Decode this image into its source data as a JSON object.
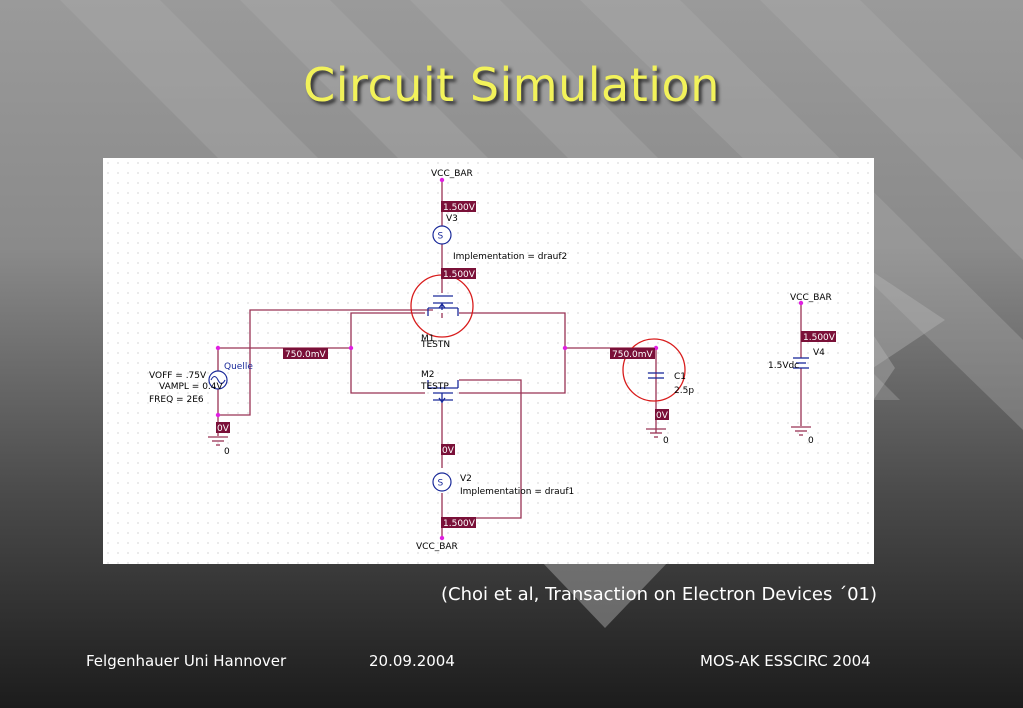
{
  "slide": {
    "title": "Circuit Simulation",
    "citation": "(Choi et al, Transaction on Electron Devices ´01)",
    "footer": {
      "author": "Felgenhauer Uni Hannover",
      "date": "20.09.2004",
      "event": "MOS-AK ESSCIRC 2004"
    }
  },
  "schematic": {
    "vcc_top": "VCC_BAR",
    "vcc_bottom": "VCC_BAR",
    "vcc_right": "VCC_BAR",
    "v3_label": "V3",
    "v3_impl": "Implementation = drauf2",
    "v2_label": "V2",
    "v2_impl": "Implementation = drauf1",
    "v4_label": "V4",
    "v4_value": "1.5Vdc",
    "m1_label": "M1",
    "m1_model": "TESTN",
    "m2_label": "M2",
    "m2_model": "TESTP",
    "source_name": "Quelle",
    "voff": "VOFF = .75V",
    "vampl": "VAMPL = 0.4V",
    "freq": "FREQ = 2E6",
    "cap_label": "C1",
    "cap_value": "2.5p",
    "gnd_label": "0",
    "probes": {
      "v3_top": "1.500V",
      "v3_bottom": "1.500V",
      "v4_top": "1.500V",
      "v2_bottom": "1.500V",
      "v2_top": "0V",
      "in_node": "750.0mV",
      "out_node": "750.0mV",
      "src_gnd": "0V",
      "cap_gnd": "0V"
    },
    "colors": {
      "wire": "#993355",
      "probe_bg": "#7a1038",
      "component": "#1a2a9a",
      "highlight": "#d81c1c"
    }
  }
}
